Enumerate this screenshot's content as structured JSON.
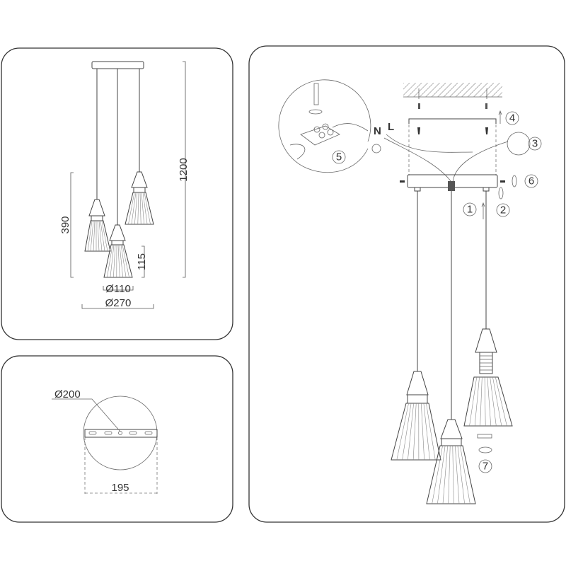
{
  "dimensions_view": {
    "total_height": "1200",
    "drop_height": "390",
    "shade_height": "115",
    "shade_diameter": "Ø110",
    "overall_diameter": "Ø270"
  },
  "canopy_view": {
    "canopy_diameter": "Ø200",
    "bracket_length": "195"
  },
  "installation_view": {
    "wire_labels": {
      "neutral": "N",
      "live": "L"
    },
    "steps": [
      "1",
      "2",
      "3",
      "4",
      "5",
      "6",
      "7"
    ]
  },
  "colors": {
    "line": "#444444",
    "border": "#333333",
    "background": "#ffffff"
  }
}
